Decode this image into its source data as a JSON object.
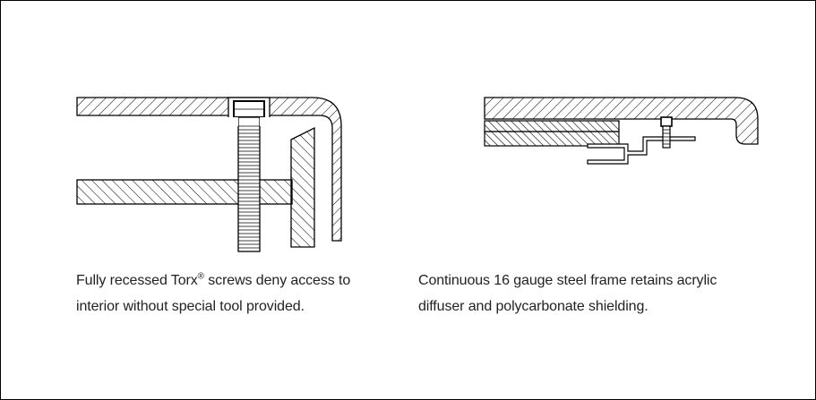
{
  "left_caption": {
    "line1_before": "Fully recessed Torx",
    "registered_mark": "®",
    "line1_after": " screws deny access to",
    "line2": "interior without special tool provided."
  },
  "right_caption": {
    "line1": "Continuous 16 gauge steel frame retains acrylic",
    "line2": "diffuser and polycarbonate shielding."
  }
}
